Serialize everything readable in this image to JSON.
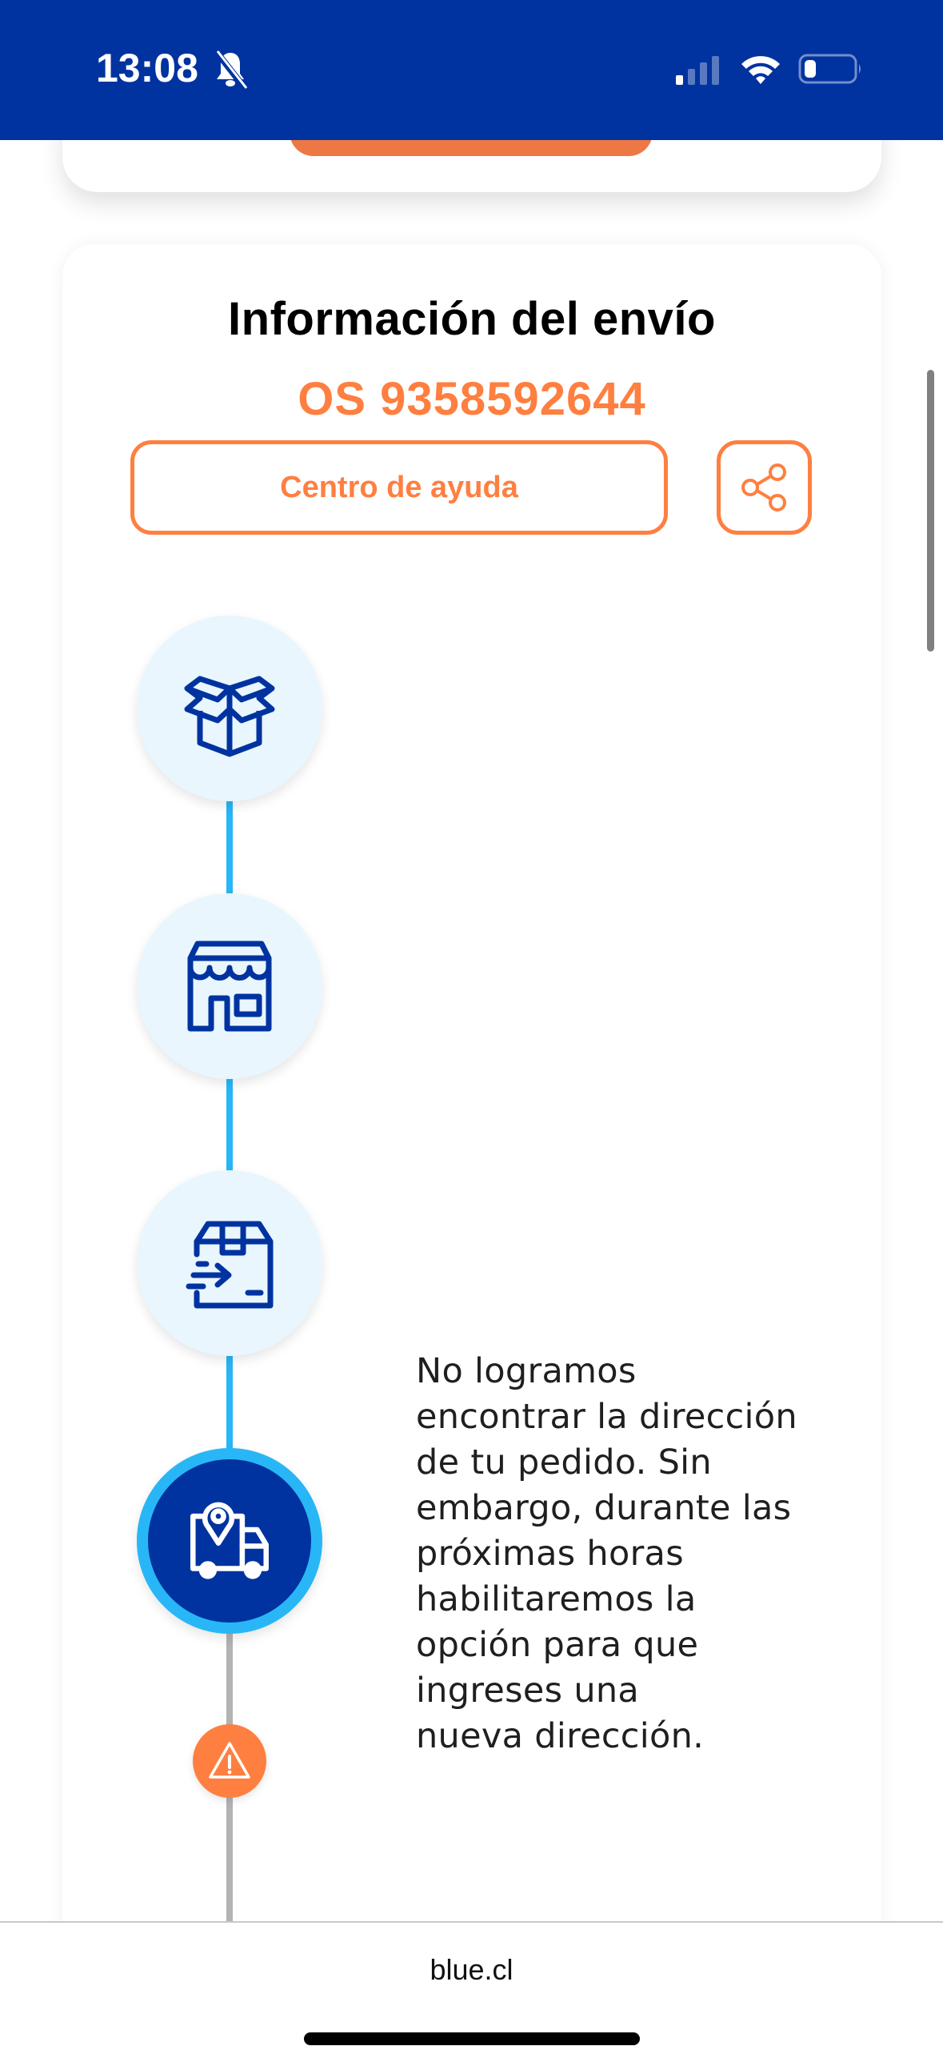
{
  "status_bar": {
    "time": "13:08",
    "icons": [
      "bell-slash-icon",
      "cellular-signal-icon",
      "wifi-icon",
      "battery-low-icon"
    ],
    "signal_bars_active": 1,
    "signal_bars_total": 4,
    "background_color": "#0033A0"
  },
  "shipment": {
    "title": "Información del envío",
    "order_number": "OS 9358592644",
    "help_button_label": "Centro de ayuda",
    "share_button_icon": "share-icon"
  },
  "timeline": {
    "steps": [
      {
        "icon": "open-box-icon",
        "state": "completed"
      },
      {
        "icon": "storefront-icon",
        "state": "completed"
      },
      {
        "icon": "package-dispatch-icon",
        "state": "completed"
      },
      {
        "icon": "delivery-truck-location-icon",
        "state": "current"
      },
      {
        "icon": "warning-icon",
        "state": "alert"
      }
    ],
    "message_lines": [
      "No logramos",
      "encontrar la dirección",
      "de tu pedido. Sin",
      "embargo, durante las",
      "próximas horas",
      "habilitaremos la",
      "opción para que",
      "ingreses una",
      "nueva dirección."
    ]
  },
  "colors": {
    "brand_blue": "#0033A0",
    "accent_orange": "#FF7F40",
    "timeline_blue": "#29B6F6",
    "timeline_gray": "#B3B3B3",
    "node_bg": "#E9F6FE"
  },
  "browser": {
    "url": "blue.cl"
  }
}
